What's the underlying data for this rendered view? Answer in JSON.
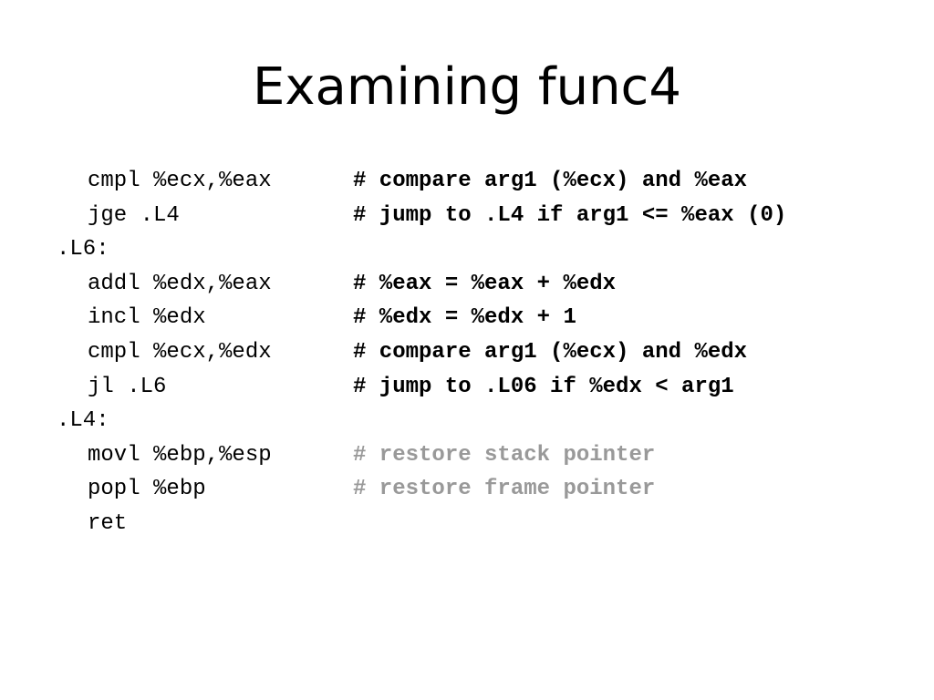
{
  "slide": {
    "title": "Examining func4",
    "lines": [
      {
        "kind": "instr",
        "code": "cmpl %ecx,%eax",
        "comment": "# compare arg1 (%ecx) and %eax",
        "comment_style": "bold"
      },
      {
        "kind": "instr",
        "code": "jge .L4",
        "comment": "# jump to .L4 if arg1 <= %eax (0)",
        "comment_style": "bold"
      },
      {
        "kind": "label",
        "code": ".L6:",
        "comment": "",
        "comment_style": ""
      },
      {
        "kind": "instr",
        "code": "addl %edx,%eax",
        "comment": "# %eax = %eax + %edx",
        "comment_style": "bold"
      },
      {
        "kind": "instr",
        "code": "incl %edx",
        "comment": "# %edx = %edx + 1",
        "comment_style": "bold"
      },
      {
        "kind": "instr",
        "code": "cmpl %ecx,%edx",
        "comment": "# compare arg1 (%ecx) and %edx",
        "comment_style": "bold"
      },
      {
        "kind": "instr",
        "code": "jl .L6",
        "comment": "# jump to .L06 if %edx < arg1",
        "comment_style": "bold"
      },
      {
        "kind": "label",
        "code": ".L4:",
        "comment": "",
        "comment_style": ""
      },
      {
        "kind": "instr",
        "code": "movl %ebp,%esp",
        "comment": "# restore stack pointer",
        "comment_style": "gray"
      },
      {
        "kind": "instr",
        "code": "popl %ebp",
        "comment": "# restore frame pointer",
        "comment_style": "gray"
      },
      {
        "kind": "instr",
        "code": "ret",
        "comment": "",
        "comment_style": ""
      }
    ],
    "colors": {
      "text": "#000000",
      "muted_comment": "#999999",
      "background": "#ffffff"
    }
  }
}
